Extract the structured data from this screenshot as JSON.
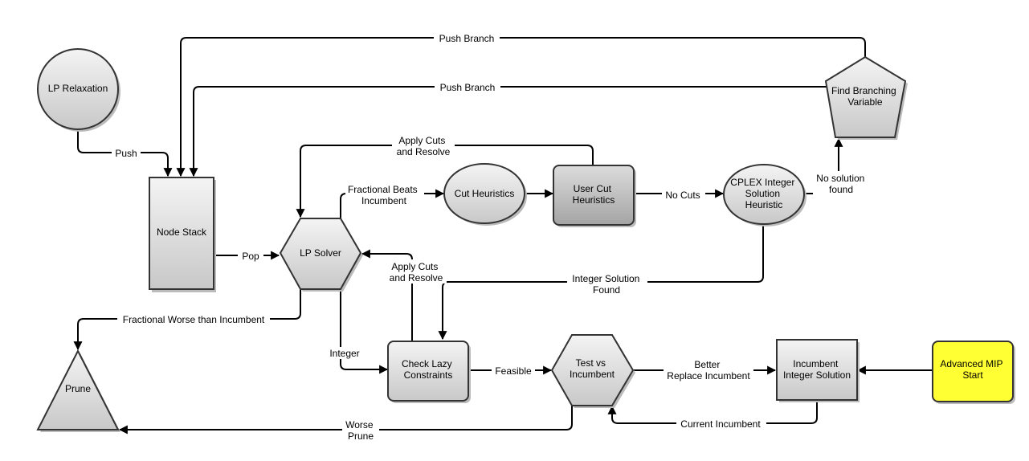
{
  "nodes": {
    "lp_relaxation": [
      "LP Relaxation"
    ],
    "node_stack": [
      "Node Stack"
    ],
    "lp_solver": [
      "LP Solver"
    ],
    "prune": [
      "Prune"
    ],
    "cut_heuristics": [
      "Cut Heuristics"
    ],
    "user_cut_heuristics": [
      "User Cut",
      "Heuristics"
    ],
    "cplex_heuristic": [
      "CPLEX Integer",
      "Solution",
      "Heuristic"
    ],
    "find_branching": [
      "Find Branching",
      "Variable"
    ],
    "check_lazy": [
      "Check Lazy",
      "Constraints"
    ],
    "test_vs_incumbent": [
      "Test vs",
      "Incumbent"
    ],
    "incumbent_solution": [
      "Incumbent",
      "Integer Solution"
    ],
    "advanced_mip_start": [
      "Advanced MIP",
      "Start"
    ]
  },
  "edges": {
    "push_branch_top": [
      "Push Branch"
    ],
    "push_branch_second": [
      "Push Branch"
    ],
    "push": [
      "Push"
    ],
    "apply_cuts_top": [
      "Apply Cuts",
      "and Resolve"
    ],
    "fractional_beats": [
      "Fractional Beats",
      "Incumbent"
    ],
    "no_cuts": [
      "No Cuts"
    ],
    "no_solution_found": [
      "No solution",
      "found"
    ],
    "pop": [
      "Pop"
    ],
    "apply_cuts_mid": [
      "Apply Cuts",
      "and Resolve"
    ],
    "integer_solution_found": [
      "Integer Solution",
      "Found"
    ],
    "fractional_worse": [
      "Fractional Worse than Incumbent"
    ],
    "integer": [
      "Integer"
    ],
    "feasible": [
      "Feasible"
    ],
    "better_replace": [
      "Better",
      "Replace Incumbent"
    ],
    "current_incumbent": [
      "Current Incumbent"
    ],
    "worse_prune": [
      "Worse",
      "Prune"
    ]
  },
  "colors": {
    "node_gradient_start": "#f4f4f4",
    "node_gradient_end": "#c8c8c8",
    "user_cut_start": "#d8d8d8",
    "user_cut_end": "#a8a8a8",
    "mip_start_fill": "#ffff33",
    "stroke": "#333333",
    "shadow": "#bbbbbb"
  }
}
